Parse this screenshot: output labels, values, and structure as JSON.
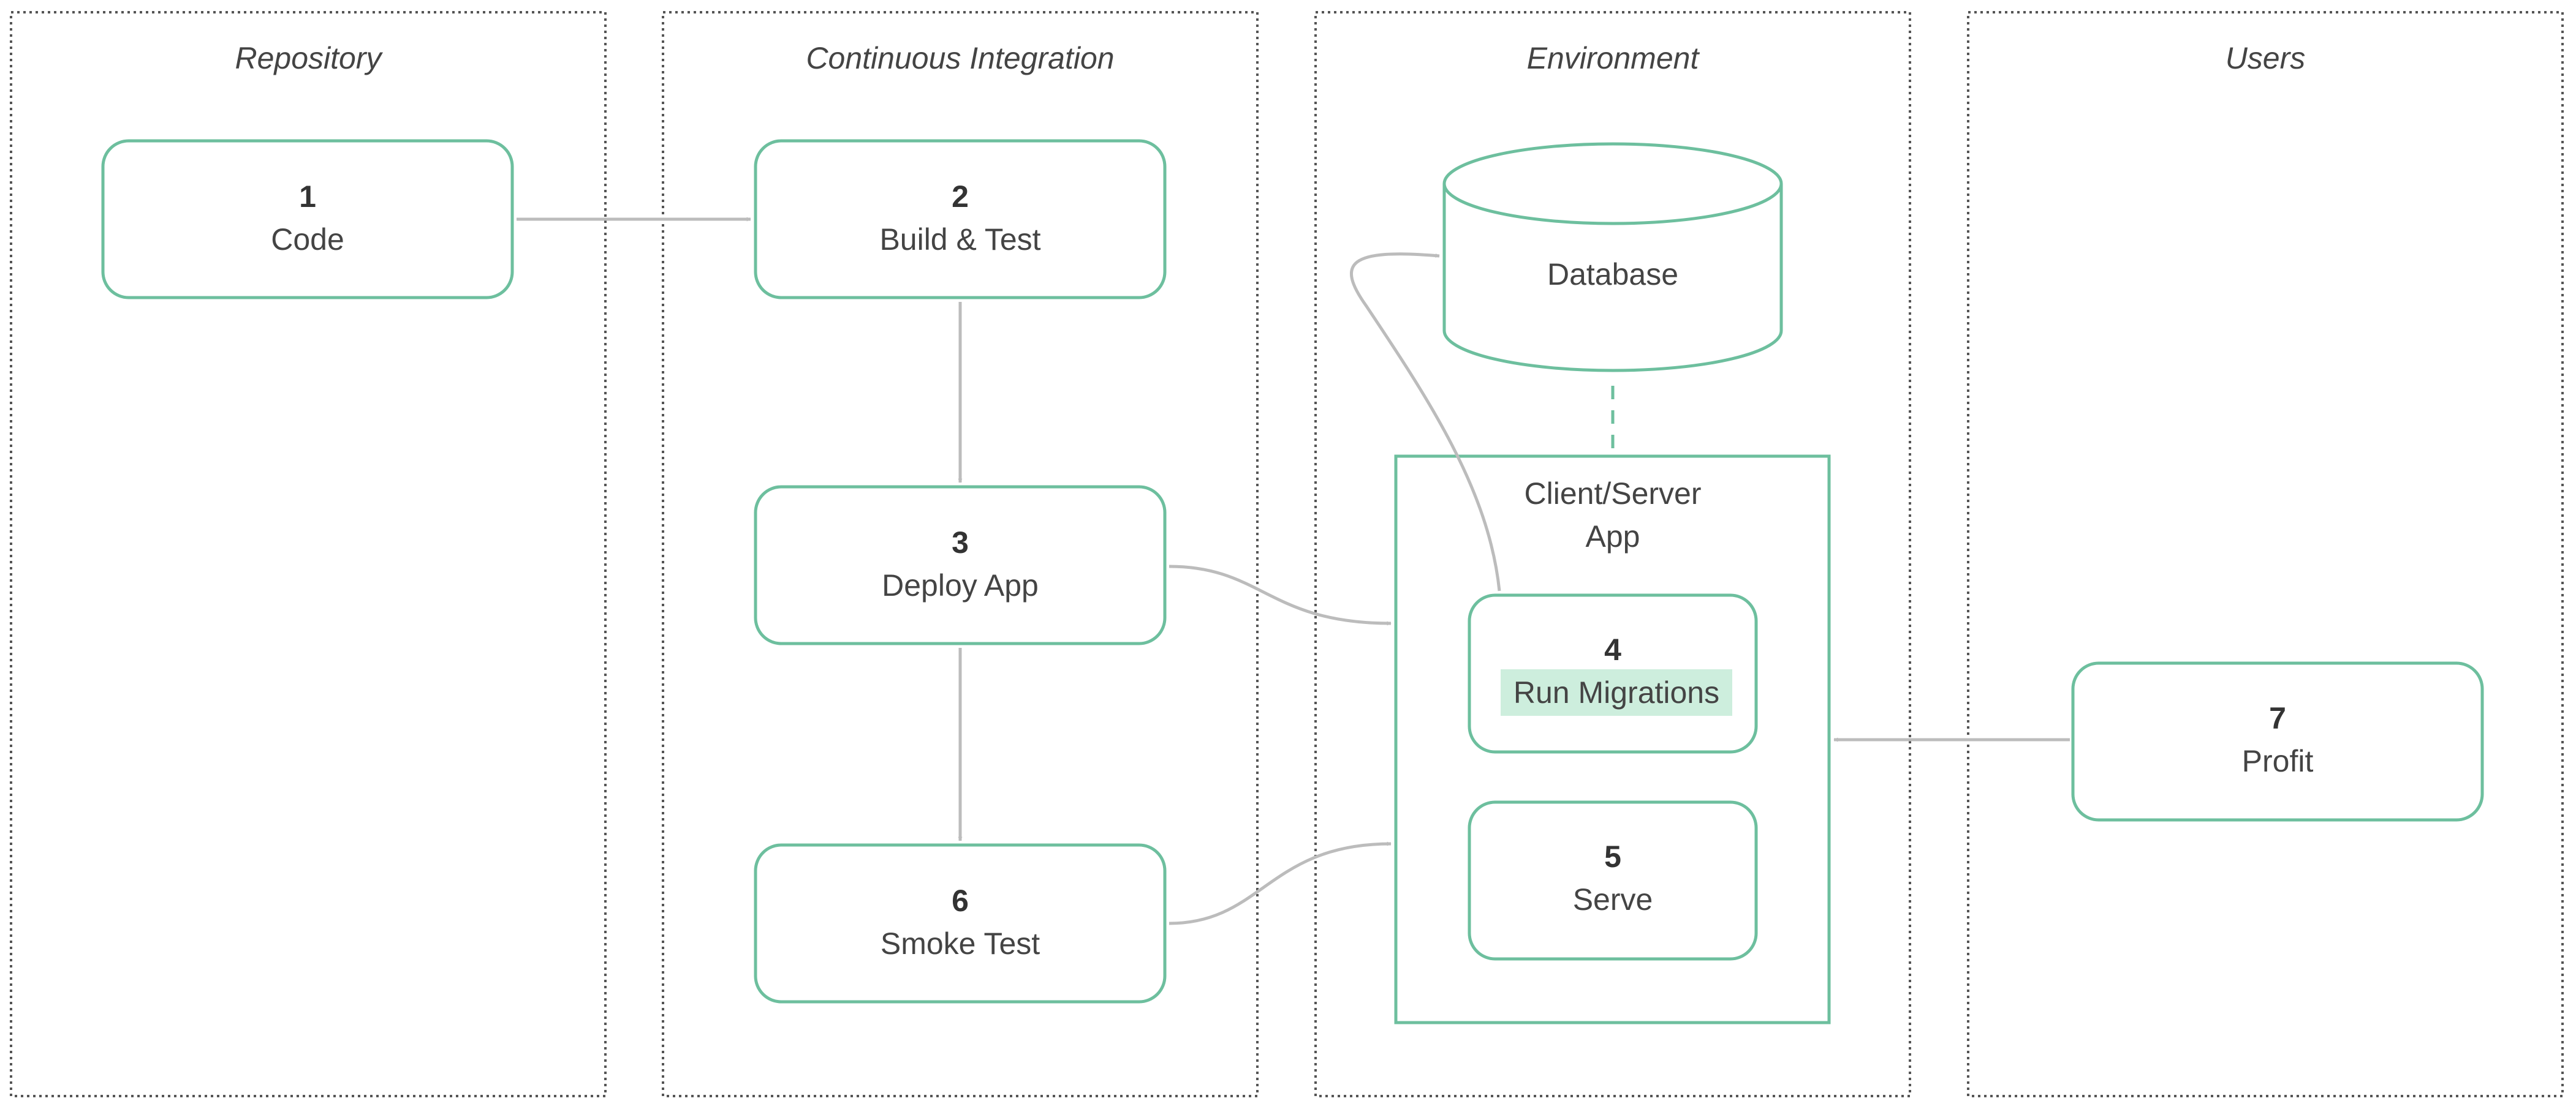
{
  "lanes": [
    {
      "title": "Repository"
    },
    {
      "title": "Continuous Integration"
    },
    {
      "title": "Environment"
    },
    {
      "title": "Users"
    }
  ],
  "nodes": {
    "code": {
      "number": "1",
      "label": "Code"
    },
    "build_test": {
      "number": "2",
      "label": "Build & Test"
    },
    "deploy_app": {
      "number": "3",
      "label": "Deploy App"
    },
    "run_migrations": {
      "number": "4",
      "label": "Run Migrations"
    },
    "serve": {
      "number": "5",
      "label": "Serve"
    },
    "smoke_test": {
      "number": "6",
      "label": "Smoke Test"
    },
    "profit": {
      "number": "7",
      "label": "Profit"
    }
  },
  "database": {
    "label": "Database"
  },
  "client_server": {
    "line1": "Client/Server",
    "line2": "App"
  },
  "colors": {
    "node_border": "#6dbf9e",
    "highlight": "#cdeedd",
    "arrow": "#bcbcbc",
    "lane_border": "#555555"
  }
}
